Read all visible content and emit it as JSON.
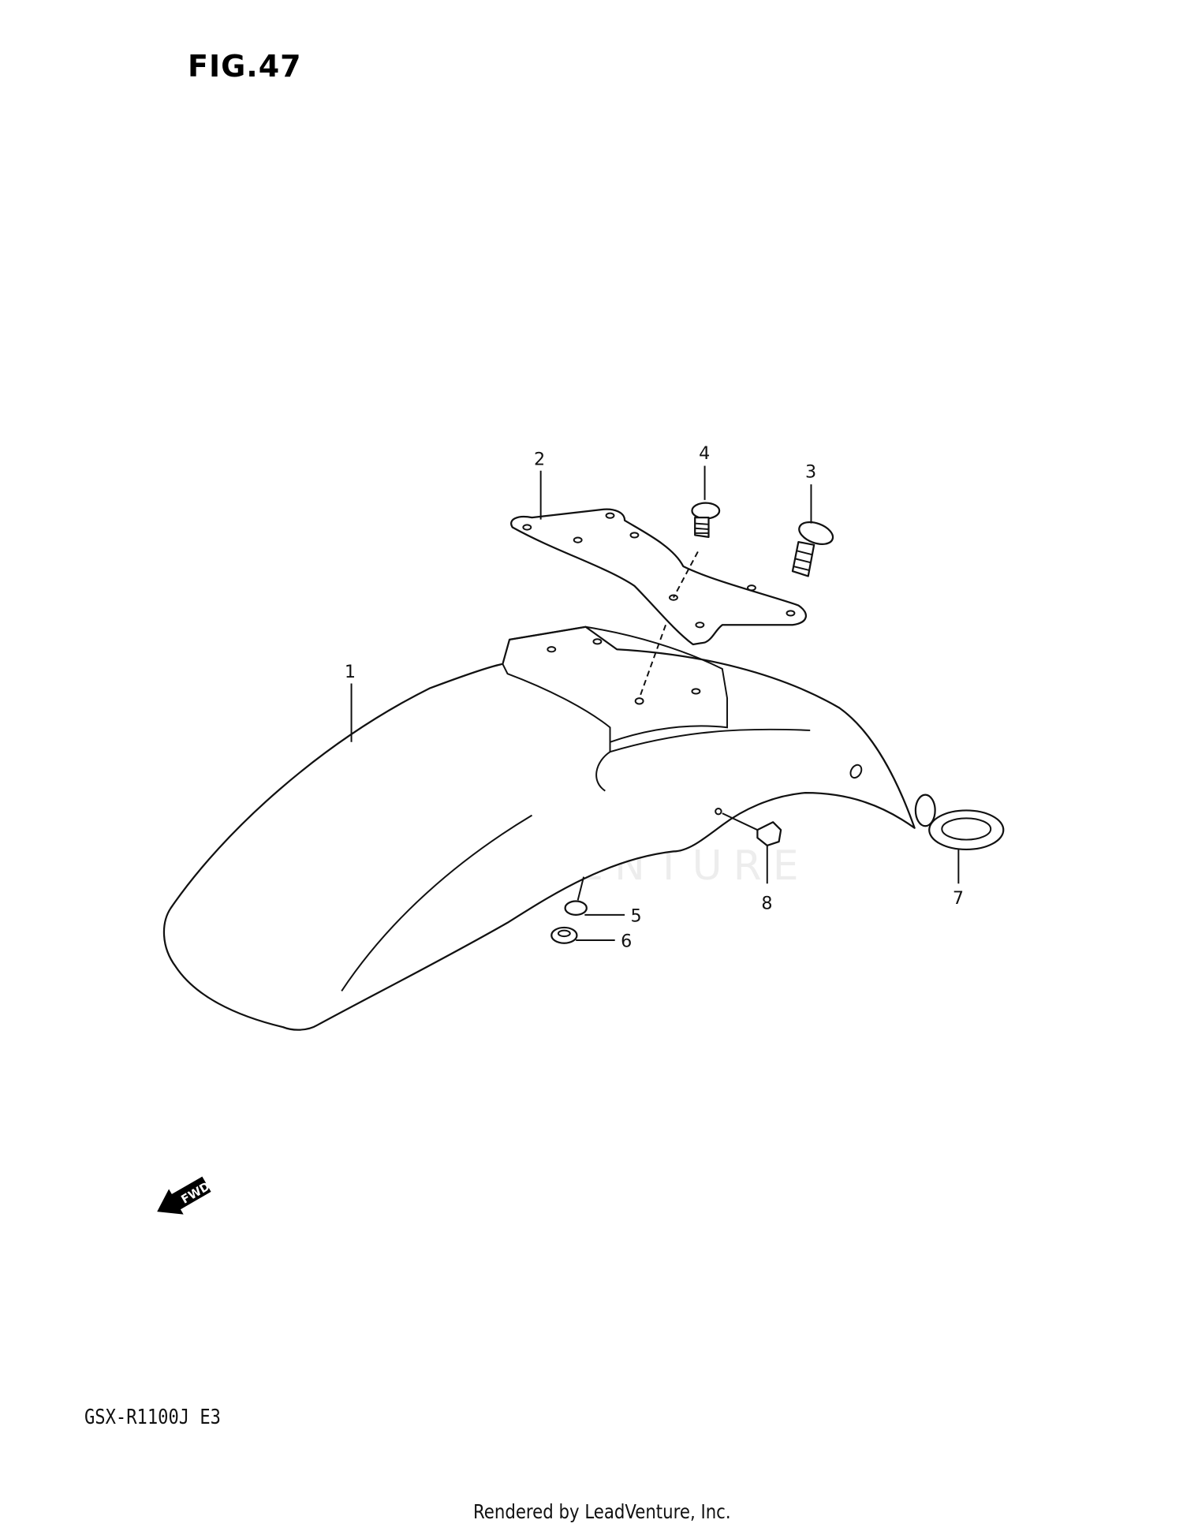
{
  "figure_title": "FIG.47",
  "model_code": "GSX-R1100J E3",
  "credit": "Rendered by LeadVenture, Inc.",
  "watermark": "LEADVENTURE",
  "direction_marker": "FWD",
  "callouts": [
    "1",
    "2",
    "3",
    "4",
    "5",
    "6",
    "7",
    "8"
  ]
}
